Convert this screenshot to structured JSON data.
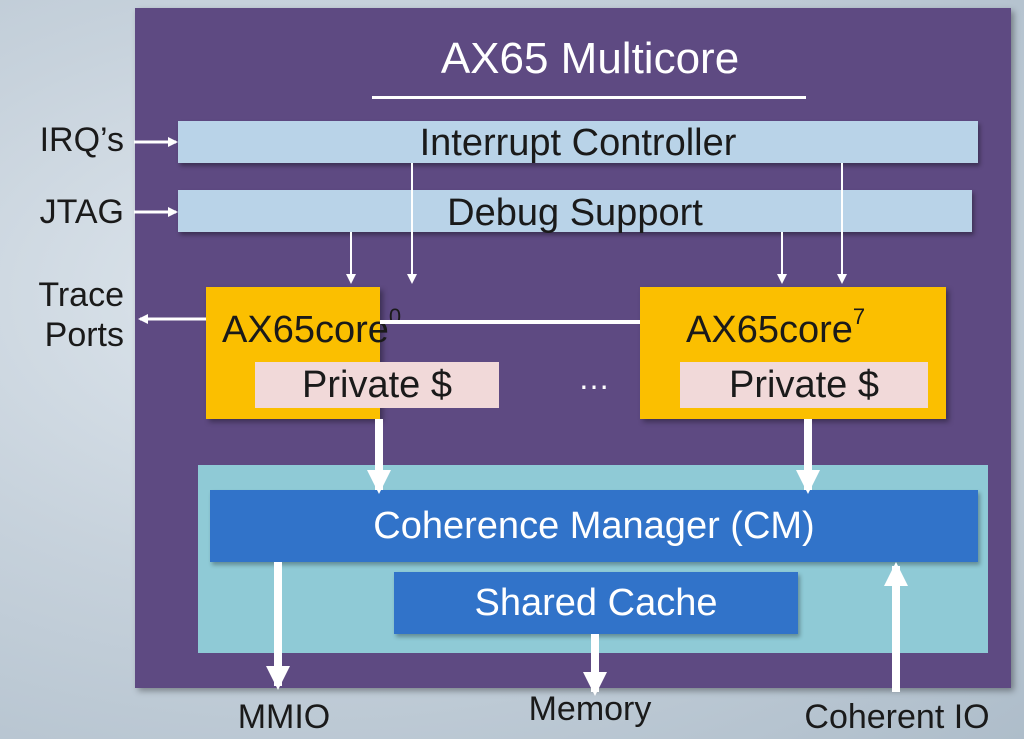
{
  "title": "AX65 Multicore",
  "interrupt_controller": "Interrupt Controller",
  "debug_support": "Debug Support",
  "cores": [
    {
      "name": "AX65core",
      "index": "0",
      "cache": "Private $"
    },
    {
      "name": "AX65core",
      "index": "7",
      "cache": "Private $"
    }
  ],
  "ellipsis": "…",
  "coherence_manager": "Coherence Manager (CM)",
  "shared_cache": "Shared Cache",
  "inputs": {
    "irq": "IRQ’s",
    "jtag": "JTAG",
    "trace_line1": "Trace",
    "trace_line2": "Ports"
  },
  "outputs": {
    "mmio": "MMIO",
    "memory": "Memory",
    "coherent_io": "Coherent IO"
  },
  "colors": {
    "panel": "#5e4a82",
    "bars": "#b9d3e8",
    "core": "#fbbf00",
    "private_cache": "#f1d9d9",
    "cm_region": "#8fcad6",
    "cm_blocks": "#3173c9"
  }
}
